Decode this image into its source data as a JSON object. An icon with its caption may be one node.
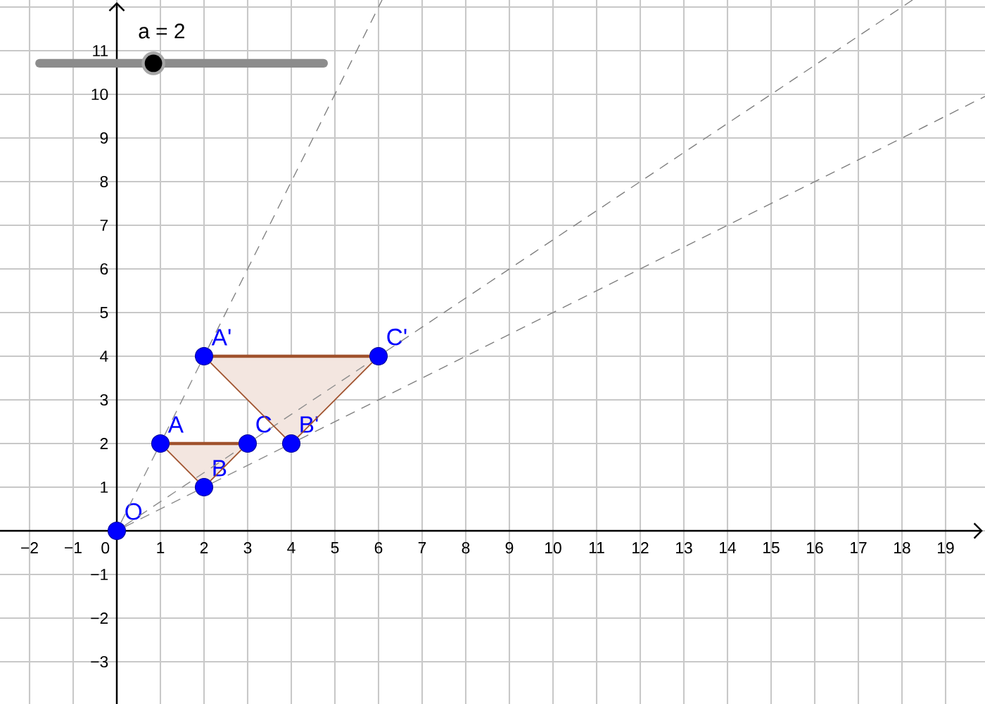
{
  "diagram": {
    "nodes": [
      {
        "text": [
          "O"
        ]
      },
      {
        "text": [
          "A"
        ]
      },
      {
        "text": [
          "B"
        ]
      },
      {
        "text": [
          "C"
        ]
      },
      {
        "text": [
          "A'"
        ]
      },
      {
        "text": [
          "B'"
        ]
      },
      {
        "text": [
          "C'"
        ]
      }
    ],
    "edges": [
      {
        "from": 0,
        "to": 1,
        "arrow": "none",
        "style": "dashed",
        "color": "#8c8c8c"
      },
      {
        "from": 1,
        "to": 4,
        "arrow": "none",
        "style": "dashed",
        "color": "#8c8c8c"
      },
      {
        "from": 0,
        "to": 2,
        "arrow": "none",
        "style": "dashed",
        "color": "#8c8c8c"
      },
      {
        "from": 2,
        "to": 5,
        "arrow": "none",
        "style": "dashed",
        "color": "#8c8c8c"
      },
      {
        "from": 0,
        "to": 3,
        "arrow": "none",
        "style": "dashed",
        "color": "#8c8c8c"
      },
      {
        "from": 3,
        "to": 6,
        "arrow": "none",
        "style": "dashed",
        "color": "#8c8c8c"
      },
      {
        "from": 1,
        "to": 3,
        "arrow": "none",
        "style": "thick",
        "color": "#a0522d"
      },
      {
        "from": 1,
        "to": 2,
        "arrow": "none",
        "color": "#a0522d"
      },
      {
        "from": 2,
        "to": 3,
        "arrow": "none",
        "color": "#a0522d"
      },
      {
        "from": 4,
        "to": 6,
        "arrow": "none",
        "style": "thick",
        "color": "#a0522d"
      },
      {
        "from": 4,
        "to": 5,
        "arrow": "none",
        "color": "#a0522d"
      },
      {
        "from": 5,
        "to": 6,
        "arrow": "none",
        "color": "#a0522d"
      }
    ],
    "labels": [
      "a = 2",
      "−2",
      "−1",
      "0",
      "1",
      "2",
      "3",
      "4",
      "5",
      "6",
      "7",
      "8",
      "9",
      "10",
      "11",
      "12",
      "13",
      "14",
      "15",
      "16",
      "17",
      "18",
      "19",
      "11",
      "10",
      "9",
      "8",
      "7",
      "6",
      "5",
      "4",
      "3",
      "2",
      "1",
      "−1",
      "−2",
      "−3"
    ]
  }
}
